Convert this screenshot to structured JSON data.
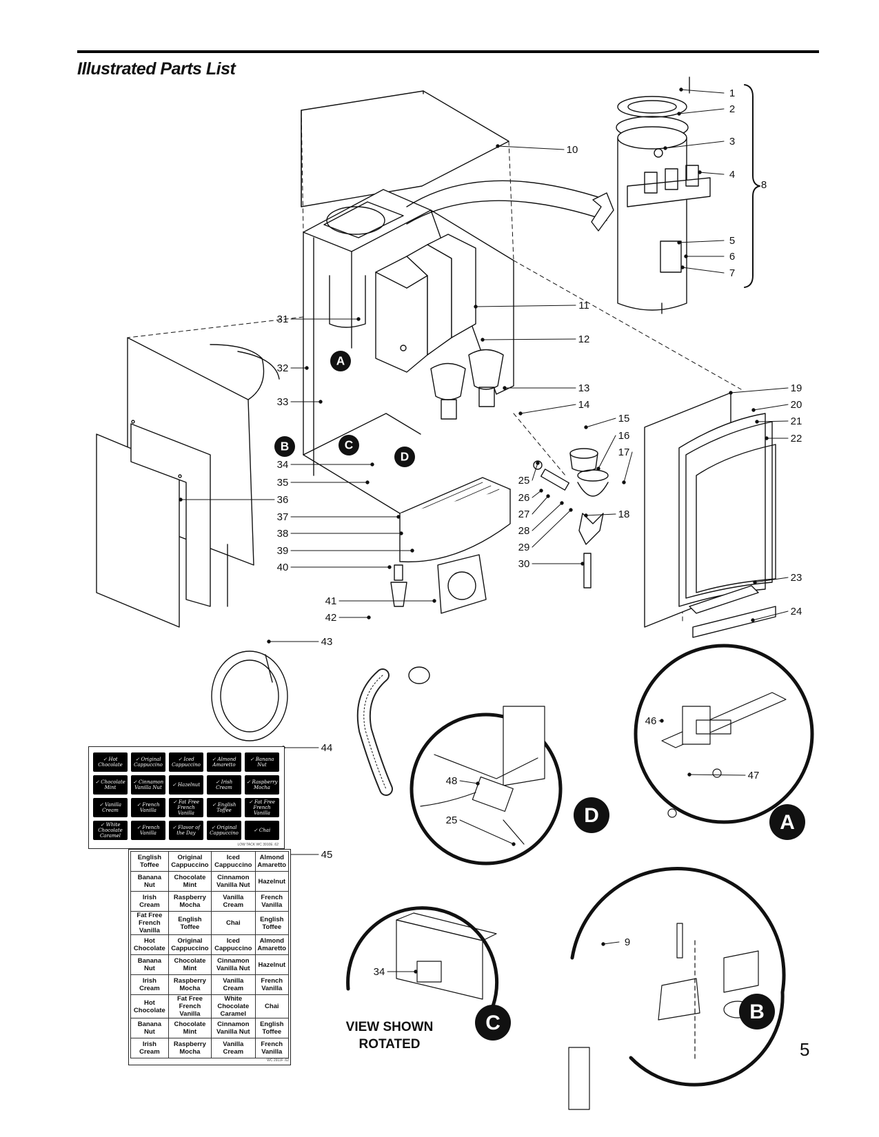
{
  "page": {
    "title": "Illustrated Parts List",
    "page_number": "5"
  },
  "callouts": [
    "1",
    "2",
    "3",
    "4",
    "5",
    "6",
    "7",
    "8",
    "9",
    "10",
    "11",
    "12",
    "13",
    "14",
    "15",
    "16",
    "17",
    "18",
    "19",
    "20",
    "21",
    "22",
    "23",
    "24",
    "25",
    "26",
    "27",
    "28",
    "29",
    "30",
    "31",
    "32",
    "33",
    "34",
    "35",
    "36",
    "37",
    "38",
    "39",
    "40",
    "41",
    "42",
    "43",
    "44",
    "45",
    "46",
    "47",
    "48",
    "25",
    "34"
  ],
  "detail_views": {
    "A": "A",
    "B": "B",
    "C": "C",
    "D": "D",
    "c_note_line1": "VIEW SHOWN",
    "c_note_line2": "ROTATED"
  },
  "labels_44": [
    [
      "Hot Chocolate",
      "Original Cappuccino",
      "Iced Cappuccino",
      "Almond Amaretto",
      "Banana Nut"
    ],
    [
      "Chocolate Mint",
      "Cinnamon Vanilla Nut",
      "Hazelnut",
      "Irish Cream",
      "Raspberry Mocha"
    ],
    [
      "Vanilla Cream",
      "French Vanilla",
      "Fat Free French Vanilla",
      "English Toffee",
      "Fat Free French Vanilla"
    ],
    [
      "White Chocolate Caramel",
      "French Vanilla",
      "Flavor of the Day",
      "Original Cappuccino",
      "Chai"
    ]
  ],
  "labels_44_footer": "LOW TACK  WC 3910E .62",
  "labels_45": [
    [
      "English Toffee",
      "Original Cappuccino",
      "Iced Cappuccino",
      "Almond Amaretto"
    ],
    [
      "Banana Nut",
      "Chocolate Mint",
      "Cinnamon Vanilla Nut",
      "Hazelnut"
    ],
    [
      "Irish Cream",
      "Raspberry Mocha",
      "Vanilla Cream",
      "French Vanilla"
    ],
    [
      "Fat Free French Vanilla",
      "English Toffee",
      "Chai",
      "English Toffee"
    ],
    [
      "Hot Chocolate",
      "Original Cappuccino",
      "Iced Cappuccino",
      "Almond Amaretto"
    ],
    [
      "Banana Nut",
      "Chocolate Mint",
      "Cinnamon Vanilla Nut",
      "Hazelnut"
    ],
    [
      "Irish Cream",
      "Raspberry Mocha",
      "Vanilla Cream",
      "French Vanilla"
    ],
    [
      "Hot Chocolate",
      "Fat Free French Vanilla",
      "White Chocolate Caramel",
      "Chai"
    ],
    [
      "Banana Nut",
      "Chocolate Mint",
      "Cinnamon Vanilla Nut",
      "English Toffee"
    ],
    [
      "Irish Cream",
      "Raspberry Mocha",
      "Vanilla Cream",
      "French Vanilla"
    ]
  ],
  "labels_45_footer": "WC 2911F .62",
  "colors": {
    "ink": "#111111",
    "badge": "#111111",
    "paper": "#ffffff"
  }
}
